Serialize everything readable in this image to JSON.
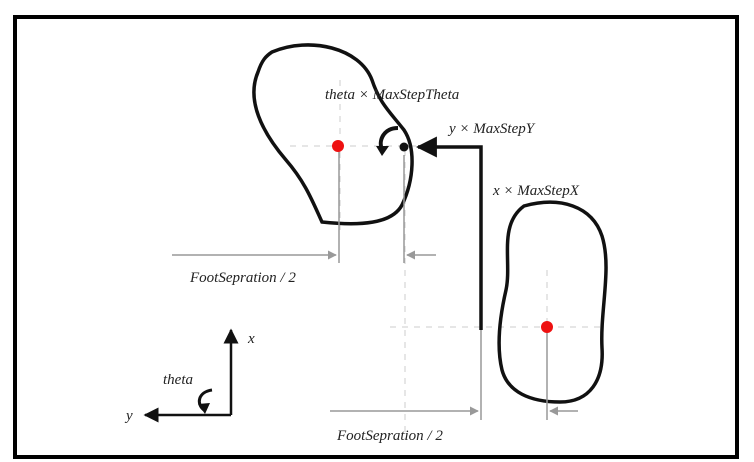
{
  "labels": {
    "theta_step": "theta × MaxStepTheta",
    "y_step": "y × MaxStepY",
    "x_step": "x × MaxStepX",
    "foot_sep_top": "FootSepration / 2",
    "foot_sep_bottom": "FootSepration / 2",
    "axis_x": "x",
    "axis_y": "y",
    "axis_theta": "theta"
  },
  "colors": {
    "frame": "#000000",
    "ink": "#111111",
    "guide": "#999999",
    "dash": "#cccccc",
    "foot_center": "#ee1111"
  },
  "icons": {
    "rotation": "curved-arrow-icon",
    "theta_axis": "curved-arrow-icon"
  }
}
